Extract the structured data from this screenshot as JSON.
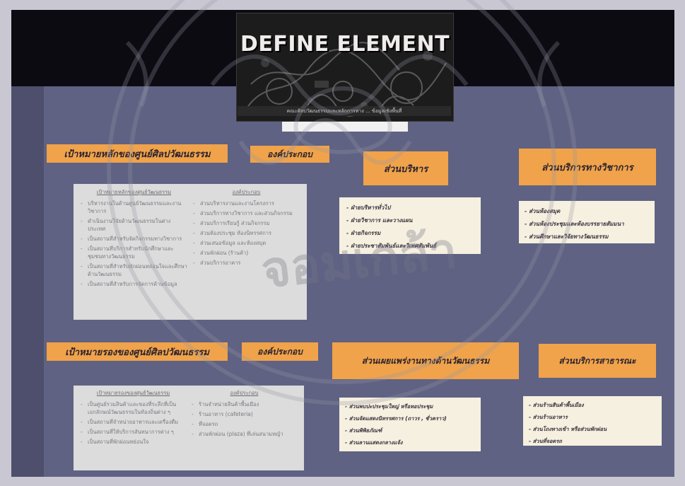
{
  "title": "DEFINE ELEMENT",
  "subtitle": "คณะศิลปวัฒนธรรมและหลักการทาง ... ข้อมูลเชิงพื้นที่",
  "top_section": {
    "goal_label": "เป้าหมายหลักของศูนย์ศิลปวัฒนธรรม",
    "component_label": "องค์ประกอบ",
    "admin_label": "ส่วนบริหาร",
    "academic_label": "ส่วนบริการทางวิชาการ",
    "grey_box": {
      "col1_head": "เป้าหมายหลักของศูนย์วัฒนธรรม",
      "col2_head": "องค์ประกอบ",
      "col1_items": [
        "บริหารงานในด้านศูนย์วัฒนธรรมและงานวิชาการ",
        "ดำเนินงานวิจัยด้านวัฒนธรรมในต่างประเทศ",
        "เป็นสถานที่สำหรับจัดกิจกรรมทางวิชาการ",
        "เป็นสถานที่บริการสำหรับนักศึกษาและชุมชนทางวัฒนธรรม",
        "เป็นสถานที่สำหรับพักผ่อนหย่อนใจและศึกษาด้านวัฒนธรรม",
        "เป็นสถานที่สำหรับการจัดการด้านข้อมูล"
      ],
      "col2_items": [
        "ส่วนบริหารงานและงานโครงการ",
        "ส่วนบริการทางวิชาการ และส่วนกิจกรรม",
        "ส่วนบริการเรียนรู้ ส่วนกิจกรรม",
        "ส่วนห้องประชุม ห้องนิทรรศการ",
        "ส่วนเสนอข้อมูล และห้องสมุด",
        "ส่วนพักผ่อน (ร้านค้า)",
        "ส่วนบริการอาคาร"
      ]
    },
    "admin_items": [
      "ฝ่ายบริหารทั่วไป",
      "ฝ่ายวิชาการ และวางแผน",
      "ฝ่ายกิจกรรม",
      "ฝ่ายประชาสัมพันธ์และวิเทศสัมพันธ์"
    ],
    "academic_items": [
      "ส่วนห้องสมุด",
      "ส่วนห้องประชุมและห้องบรรยายสัมมนา",
      "ส่วนศึกษาและวิจัยทางวัฒนธรรม"
    ]
  },
  "bottom_section": {
    "goal_label": "เป้าหมายรองของศูนย์ศิลปวัฒนธรรม",
    "component_label": "องค์ประกอบ",
    "exhibit_label": "ส่วนเผยแพร่งานทางด้านวัฒนธรรม",
    "public_label": "ส่วนบริการสาธารณะ",
    "grey_box": {
      "col1_head": "เป้าหมายรองของศูนย์วัฒนธรรม",
      "col2_head": "องค์ประกอบ",
      "col1_items": [
        "เป็นศูนย์รวมสินค้าและของที่ระลึกที่เป็นเอกลักษณ์วัฒนธรรมในท้องถิ่นต่าง ๆ",
        "เป็นสถานที่จำหน่ายอาหารและเครื่องดื่ม",
        "เป็นสถานที่ให้บริการสันทนาการต่าง ๆ",
        "เป็นสถานที่พักผ่อนหย่อนใจ"
      ],
      "col2_items": [
        "ร้านจำหน่ายสินค้าพื้นเมือง",
        "ร้านอาหาร (cafeteria)",
        "ที่จอดรถ",
        "ส่วนพักผ่อน (plaza) ที่เล่นสนามหญ้า"
      ]
    },
    "exhibit_items": [
      "ส่วนพบปะประชุมใหญ่ หรือหอประชุม",
      "ส่วนจัดแสดงนิทรรศการ (ถาวร , ชั่วคราว)",
      "ส่วนพิพิธภัณฑ์",
      "ส่วนลานแสดงกลางแจ้ง"
    ],
    "public_items": [
      "ส่วนร้านสินค้าพื้นเมือง",
      "ส่วนร้านอาหาร",
      "ส่วนโถงทางเข้า หรือส่วนพักผ่อน",
      "ส่วนที่จอดรถ"
    ]
  },
  "watermark": "จอมเกล้า",
  "colors": {
    "board": "#5f6283",
    "label": "#f0a34a",
    "box": "#f6f0e0",
    "grey_box": "#dcdcdc",
    "topband": "#0d0b12"
  }
}
